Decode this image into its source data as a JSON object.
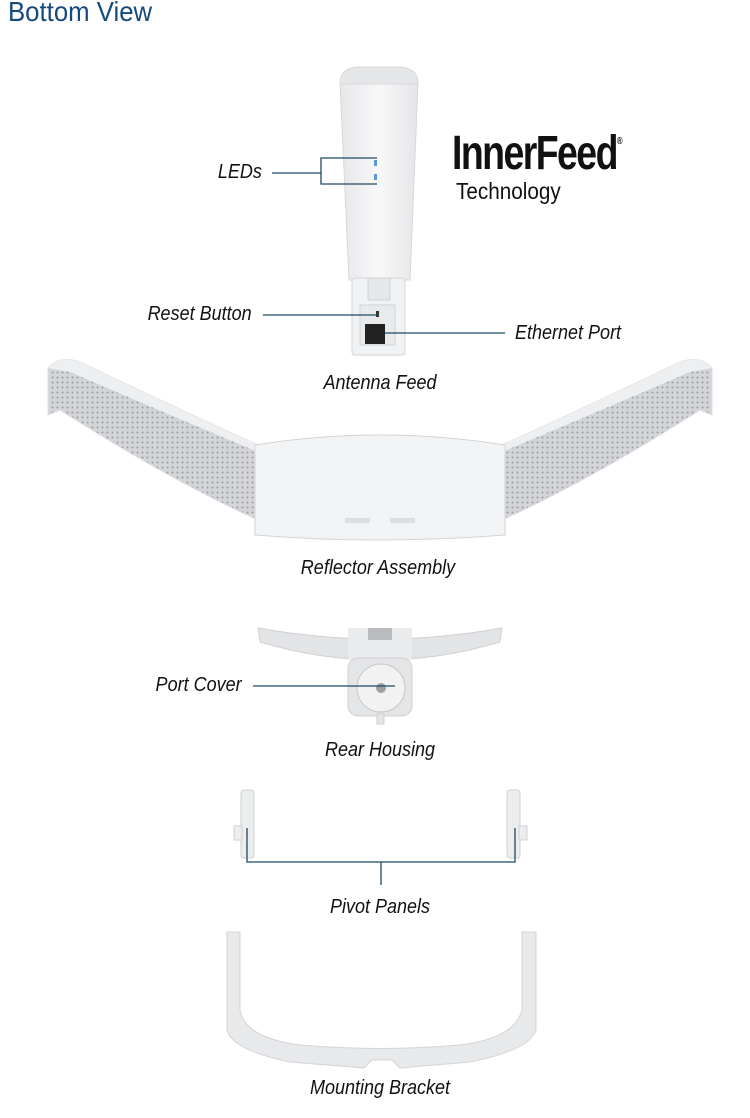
{
  "title": "Bottom View",
  "logo": {
    "name": "InnerFeed",
    "mark": "®",
    "subtitle": "Technology"
  },
  "labels": {
    "leds": "LEDs",
    "reset_button": "Reset Button",
    "ethernet_port": "Ethernet Port",
    "antenna_feed": "Antenna Feed",
    "reflector_assembly": "Reflector Assembly",
    "port_cover": "Port Cover",
    "rear_housing": "Rear Housing",
    "pivot_panels": "Pivot Panels",
    "mounting_bracket": "Mounting Bracket"
  },
  "colors": {
    "title": "#174a7c",
    "callout_line": "#1d4a63",
    "led": "#5b9bd5"
  }
}
